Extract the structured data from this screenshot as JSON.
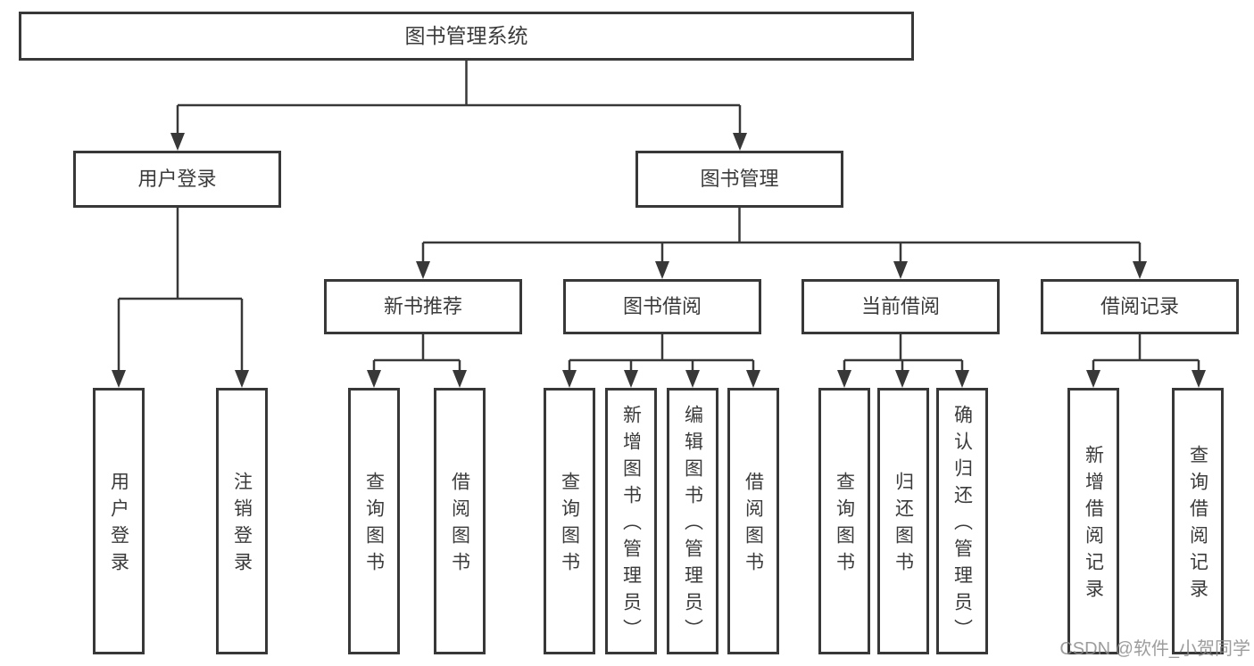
{
  "tree": {
    "root": {
      "label": "图书管理系统",
      "children": [
        {
          "label": "用户登录",
          "children": [
            {
              "label": "用户登录"
            },
            {
              "label": "注销登录"
            }
          ]
        },
        {
          "label": "图书管理",
          "children": [
            {
              "label": "新书推荐",
              "children": [
                {
                  "label": "查询图书"
                },
                {
                  "label": "借阅图书"
                }
              ]
            },
            {
              "label": "图书借阅",
              "children": [
                {
                  "label": "查询图书"
                },
                {
                  "label": "新增图书（管理员）"
                },
                {
                  "label": "编辑图书（管理员）"
                },
                {
                  "label": "借阅图书"
                }
              ]
            },
            {
              "label": "当前借阅",
              "children": [
                {
                  "label": "查询图书"
                },
                {
                  "label": "归还图书"
                },
                {
                  "label": "确认归还（管理员）"
                }
              ]
            },
            {
              "label": "借阅记录",
              "children": [
                {
                  "label": "新增借阅记录"
                },
                {
                  "label": "查询借阅记录"
                }
              ]
            }
          ]
        }
      ]
    }
  },
  "watermark": "CSDN @软件_小贺同学",
  "colors": {
    "line": "#383838",
    "text": "#3b3b3b",
    "watermark": "#8c8c8c"
  }
}
